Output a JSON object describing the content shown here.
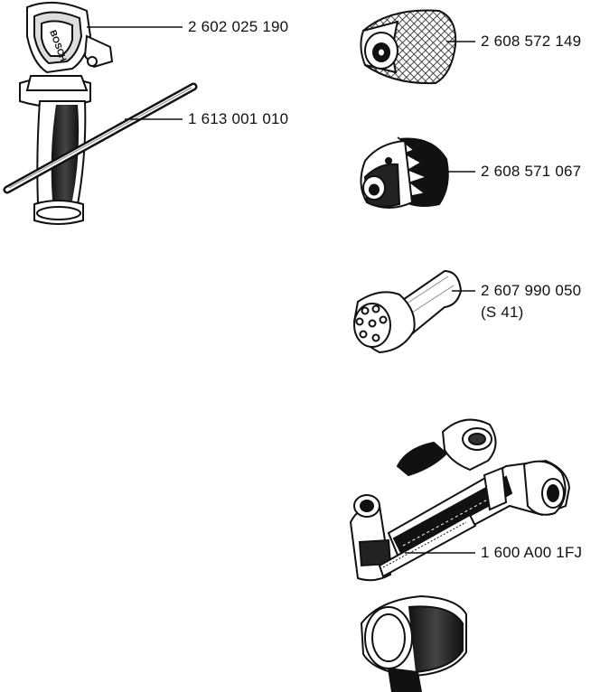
{
  "parts": [
    {
      "id": "handle",
      "part_number": "2 602 025 190",
      "icon": "side-handle"
    },
    {
      "id": "depth-stop",
      "part_number": "1 613 001 010",
      "icon": "depth-stop-rod"
    },
    {
      "id": "quick-chuck",
      "part_number": "2 608 572 149",
      "icon": "keyless-chuck"
    },
    {
      "id": "key-chuck",
      "part_number": "2 608 571 067",
      "icon": "key-type-chuck"
    },
    {
      "id": "adapter",
      "part_number": "2 607 990 050",
      "note": "(S 41)",
      "icon": "chuck-adapter"
    },
    {
      "id": "dust-extraction",
      "part_number": "1 600 A00 1FJ",
      "icon": "dust-extraction-attachment"
    }
  ],
  "colors": {
    "ink": "#111111",
    "paper": "#ffffff",
    "shade": "#444444"
  }
}
